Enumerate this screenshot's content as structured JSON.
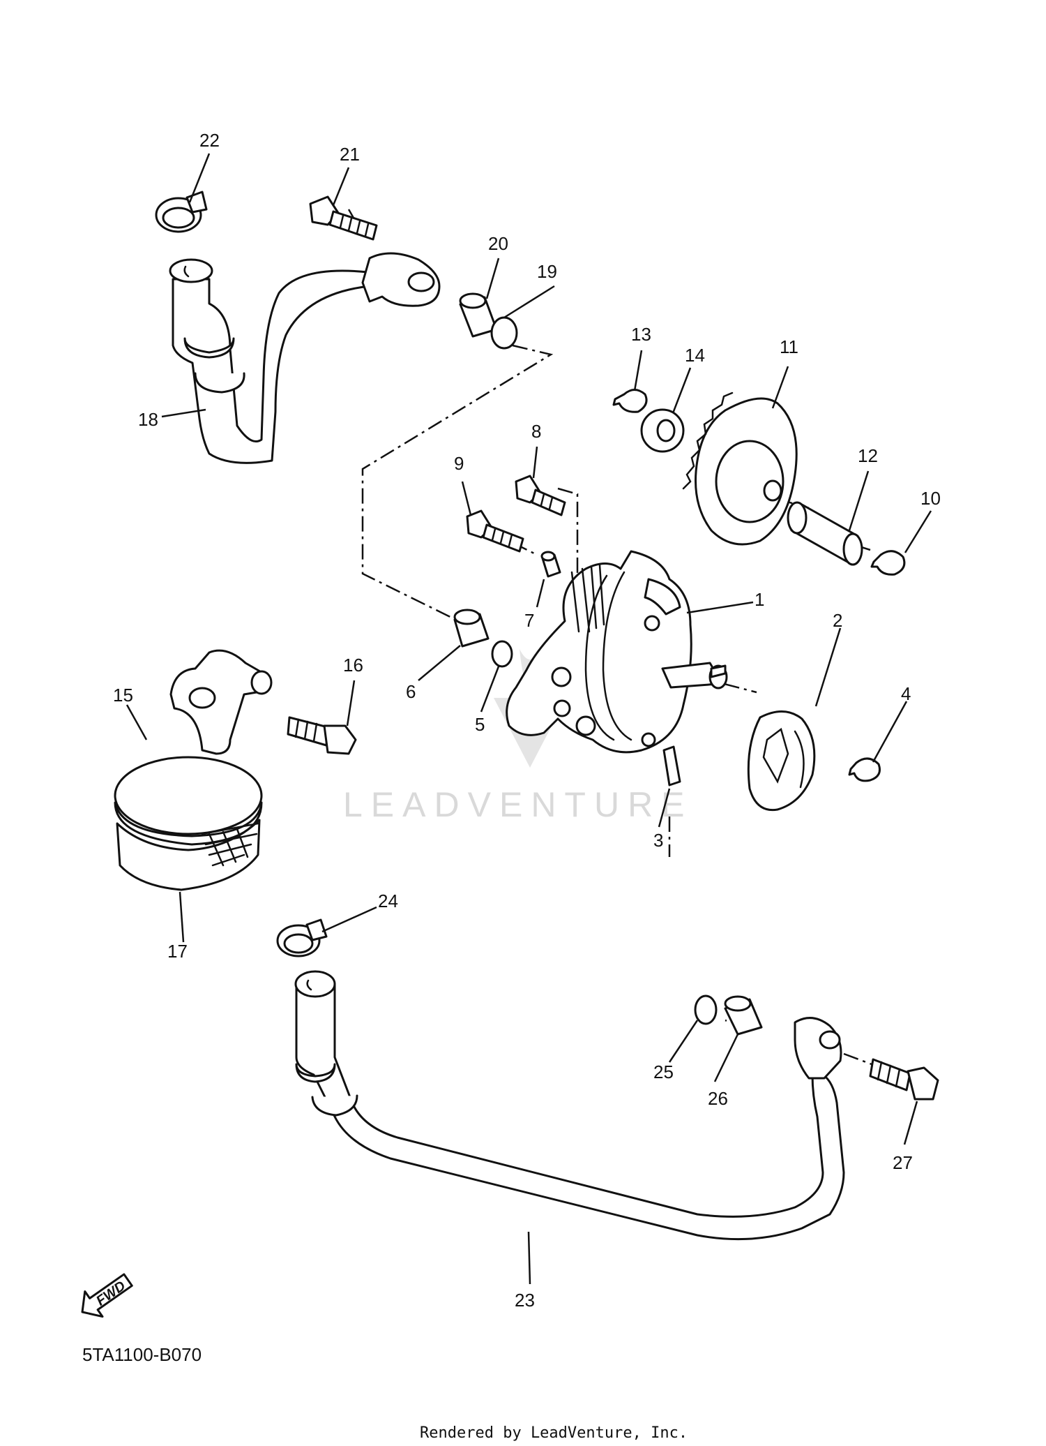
{
  "diagram": {
    "callouts": [
      "1",
      "2",
      "3",
      "4",
      "5",
      "6",
      "7",
      "8",
      "9",
      "10",
      "11",
      "12",
      "13",
      "14",
      "15",
      "16",
      "17",
      "18",
      "19",
      "20",
      "21",
      "22",
      "23",
      "24",
      "25",
      "26",
      "27"
    ],
    "diagram_code": "5TA1100-B070",
    "fwd_label": "FWD",
    "watermark": "LEADVENTURE",
    "render_credit": "Rendered by LeadVenture, Inc."
  }
}
